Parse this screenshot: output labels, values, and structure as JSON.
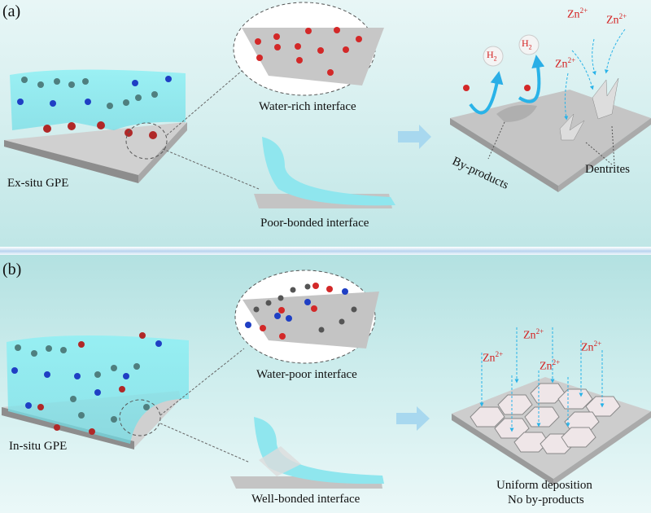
{
  "panels": [
    {
      "label": "(a)",
      "gpe_label": "Ex-situ GPE",
      "interface_top_label": "Water-rich interface",
      "interface_bottom_label": "Poor-bonded interface",
      "result": {
        "gas_species": [
          "H2",
          "H2"
        ],
        "ions": [
          "Zn2+",
          "Zn2+",
          "Zn2+"
        ],
        "byproducts_label": "By-products",
        "dendrites_label": "Dentrites"
      }
    },
    {
      "label": "(b)",
      "gpe_label": "In-situ GPE",
      "interface_top_label": "Water-poor interface",
      "interface_bottom_label": "Well-bonded interface",
      "result": {
        "ions": [
          "Zn2+",
          "Zn2+",
          "Zn2+",
          "Zn2+"
        ],
        "caption_line1": "Uniform deposition",
        "caption_line2": "No by-products"
      }
    }
  ],
  "ion_text": {
    "base": "Zn",
    "charge": "2+"
  },
  "gas_text": {
    "base": "H",
    "sub": "2"
  },
  "colors": {
    "gel": "#7ee8ee",
    "electrode": "#b9b9b9",
    "oxygen": "#c0262a",
    "nitrogen": "#1f3fc4",
    "carbon": "#4f7f7f",
    "hydrogen": "#dff6f6",
    "ion_text": "#d42020",
    "arrow": "#29b3e8"
  }
}
